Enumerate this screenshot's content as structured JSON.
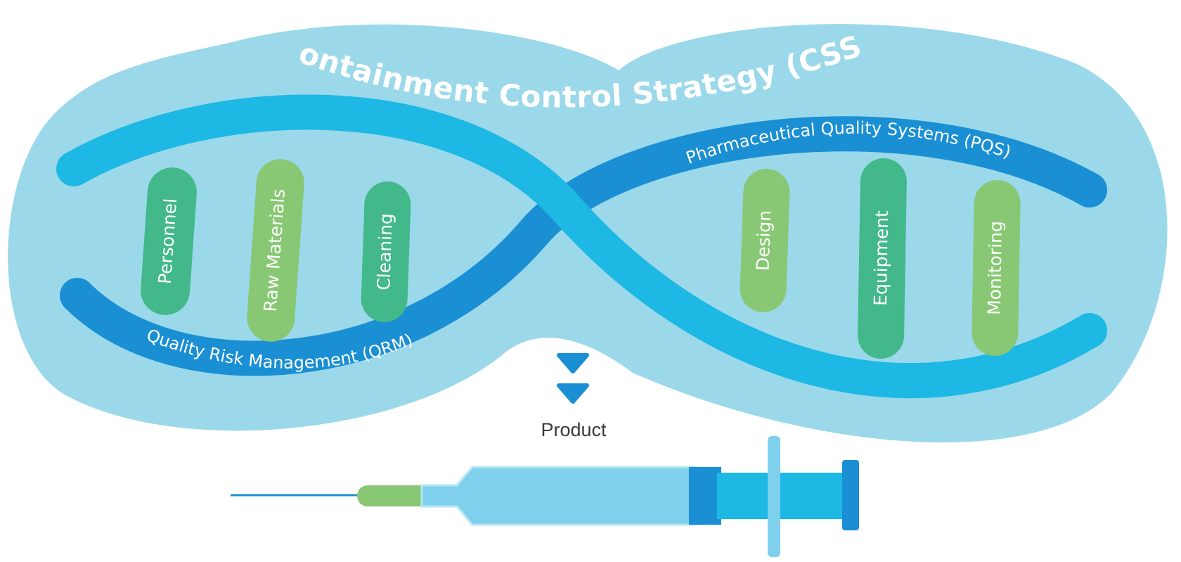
{
  "diagram": {
    "title": "Containment Control Strategy (CSS)",
    "strand_qrm": "Quality Risk Management (QRM)",
    "strand_pqs": "Pharmaceutical Quality Systems (PQS)",
    "pills_left": [
      "Personnel",
      "Raw Materials",
      "Cleaning"
    ],
    "pills_right": [
      "Design",
      "Equipment",
      "Monitoring"
    ],
    "product_label": "Product"
  },
  "colors": {
    "background_blob": "#9bd9ea",
    "strand_light": "#1db8e4",
    "strand_dark": "#1a8fd3",
    "pill_dark_green": "#43b88a",
    "pill_light_green": "#88c874",
    "arrow": "#1a8fd3",
    "syringe_barrel": "#7fd0ec",
    "product_text": "#3a3a3a"
  }
}
